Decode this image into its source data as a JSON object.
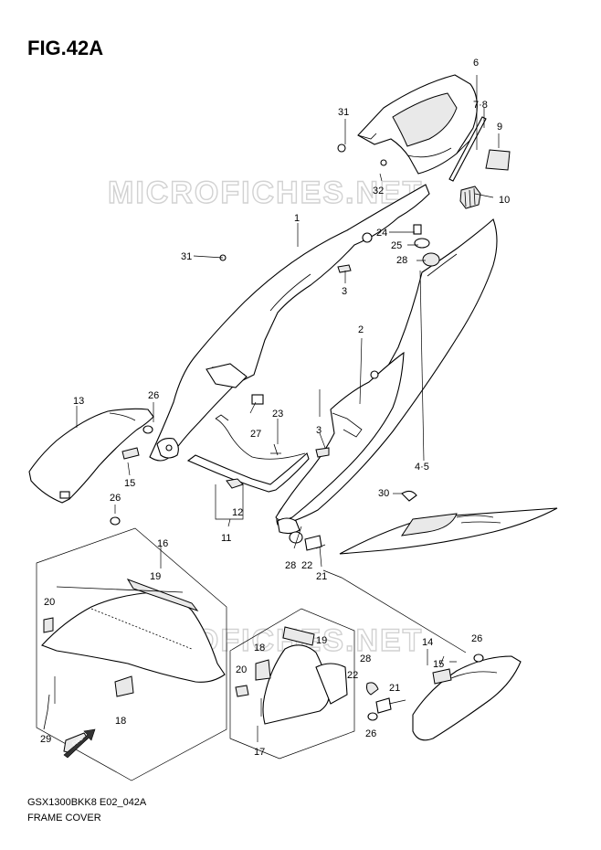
{
  "figure": {
    "title": "FIG.42A",
    "model_code": "GSX1300BKK8 E02_042A",
    "section_name": "FRAME COVER",
    "watermark": "MICROFICHES.NET",
    "fwd_label": "FWD"
  },
  "callouts": {
    "c1": "1",
    "c2": "2",
    "c3a": "3",
    "c3b": "3",
    "c45": "4·5",
    "c6": "6",
    "c78": "7·8",
    "c9": "9",
    "c10": "10",
    "c11": "11",
    "c12": "12",
    "c13": "13",
    "c14": "14",
    "c15a": "15",
    "c15b": "15",
    "c16": "16",
    "c17": "17",
    "c18a": "18",
    "c18b": "18",
    "c19a": "19",
    "c19b": "19",
    "c20a": "20",
    "c20b": "20",
    "c21a": "21",
    "c21b": "21",
    "c22a": "22",
    "c22b": "22",
    "c23": "23",
    "c24": "24",
    "c25": "25",
    "c26a": "26",
    "c26b": "26",
    "c26c": "26",
    "c26d": "26",
    "c27": "27",
    "c28a": "28",
    "c28b": "28",
    "c28c": "28",
    "c29": "29",
    "c30": "30",
    "c31a": "31",
    "c31b": "31",
    "c32": "32"
  }
}
